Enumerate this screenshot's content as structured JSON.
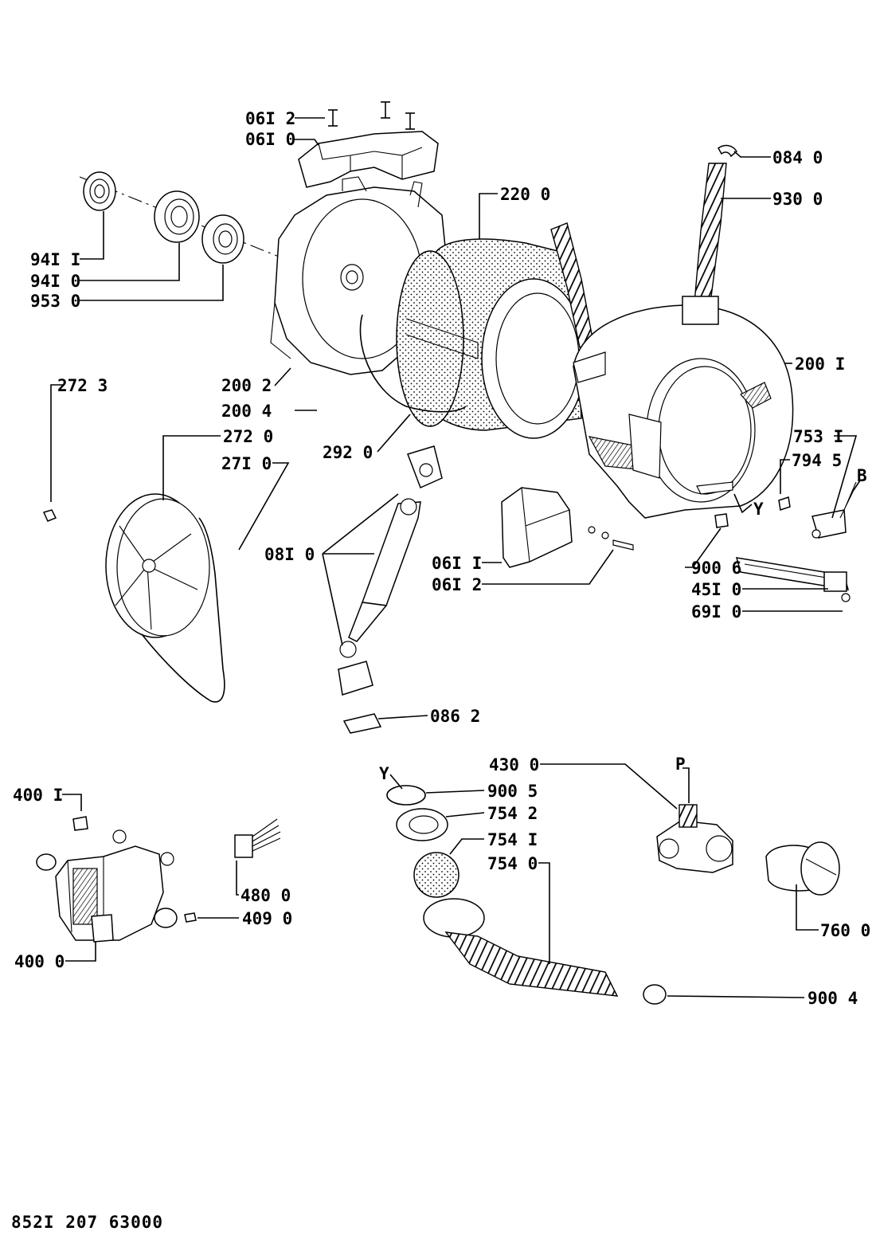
{
  "document_code": "852I 207 63000",
  "labels": {
    "l0612a": "06I 2",
    "l0610": "06I 0",
    "l0840": "084 0",
    "l2200": "220 0",
    "l9300": "930 0",
    "l9411": "94I I",
    "l9410": "94I 0",
    "l9530": "953 0",
    "l2001": "200 I",
    "l2723": "272 3",
    "l2002": "200 2",
    "l2004": "200 4",
    "l2720": "272 0",
    "l2710": "27I 0",
    "l2920": "292 0",
    "l7531": "753 I",
    "l7945": "794 5",
    "lB": "B",
    "lY1": "Y",
    "l0810": "08I 0",
    "l0611": "06I I",
    "l0612b": "06I 2",
    "l9006": "900 6",
    "l4510": "45I 0",
    "l6910": "69I 0",
    "l0862": "086 2",
    "l4300": "430 0",
    "lP": "P",
    "lY2": "Y",
    "l9005": "900 5",
    "l7542": "754 2",
    "l7541": "754 I",
    "l7540": "754 0",
    "l4001": "400 I",
    "l4800": "480 0",
    "l4090": "409 0",
    "l4000": "400 0",
    "l7600": "760 0",
    "l9004": "900 4"
  }
}
